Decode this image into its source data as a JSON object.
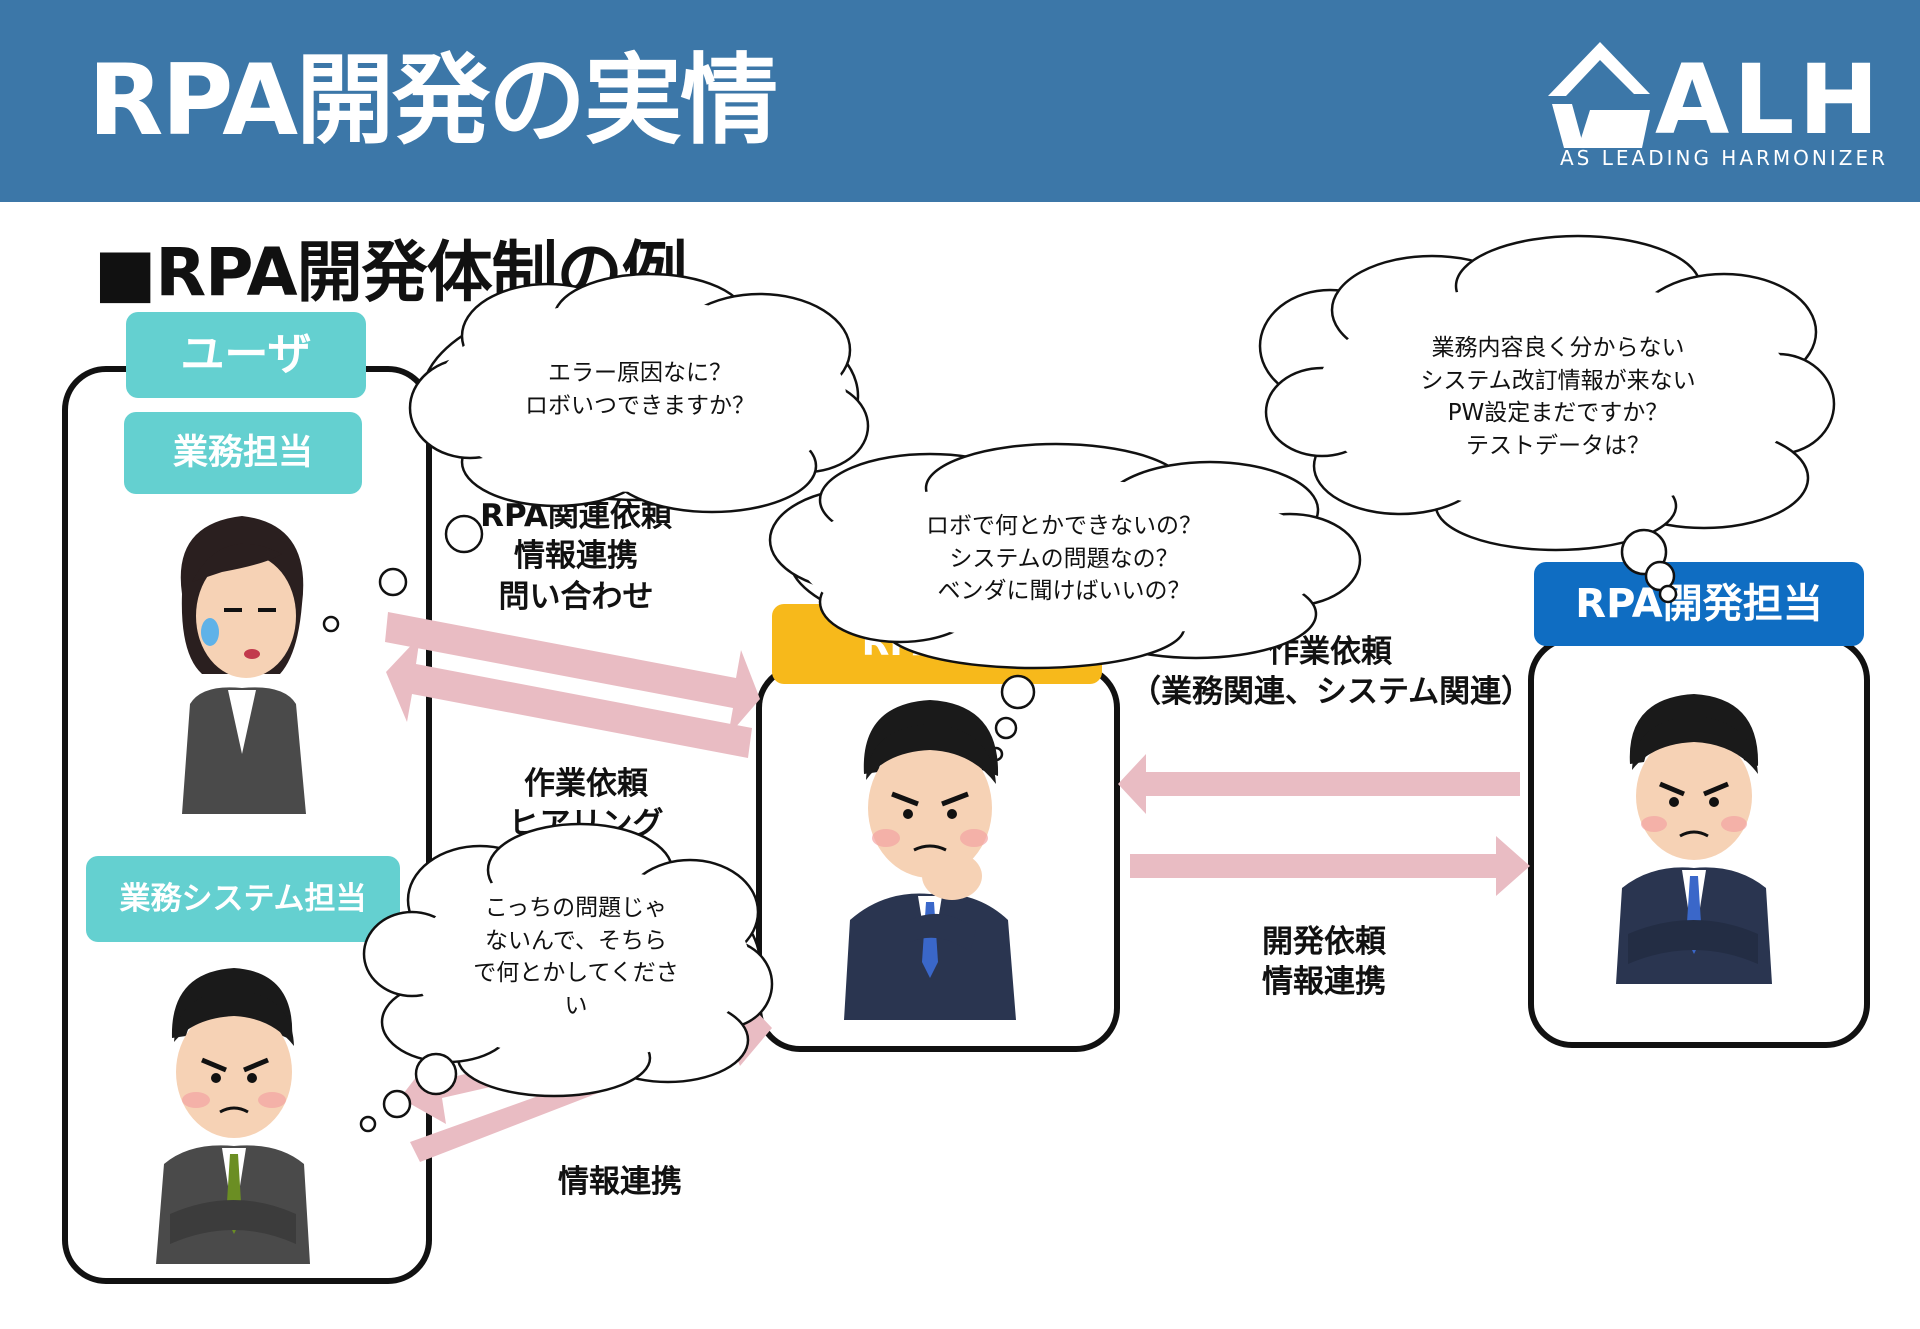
{
  "header": {
    "title": "RPA開発の実情",
    "logo": {
      "name": "ALH",
      "tagline": "AS LEADING HARMONIZER",
      "icon": "alh-logo-mark-icon"
    }
  },
  "subtitle": "■RPA開発体制の例",
  "user_group": {
    "label": "ユーザ",
    "business_label": "業務担当",
    "system_label": "業務システム担当"
  },
  "promoter": {
    "label": "RPA推進"
  },
  "developer": {
    "label": "RPA開発担当"
  },
  "flows": {
    "user_to_promoter": [
      "RPA関連依頼",
      "情報連携",
      "問い合わせ"
    ],
    "promoter_to_user": [
      "作業依頼",
      "ヒアリング"
    ],
    "system_to_promoter": [
      "情報連携"
    ],
    "developer_to_promoter": [
      "作業依頼",
      "（業務関連、システム関連）"
    ],
    "promoter_to_developer": [
      "開発依頼",
      "情報連携"
    ]
  },
  "bubbles": {
    "business": [
      "エラー原因なに？",
      "ロボいつできますか？"
    ],
    "promoter": [
      "ロボで何とかできないの？",
      "システムの問題なの？",
      "ベンダに聞けばいいの？"
    ],
    "developer": [
      "業務内容良く分からない",
      "システム改訂情報が来ない",
      "PW設定まだですか？",
      "テストデータは？"
    ],
    "system": [
      "こっちの問題じゃ",
      "ないんで、そちら",
      "で何とかしてくださ",
      "い"
    ]
  },
  "colors": {
    "header_bg": "#3c77a8",
    "tag_teal": "#64d0d0",
    "tag_yellow": "#f7b91b",
    "tag_blue": "#0f6dc2",
    "arrow": "#e9bcc3"
  }
}
